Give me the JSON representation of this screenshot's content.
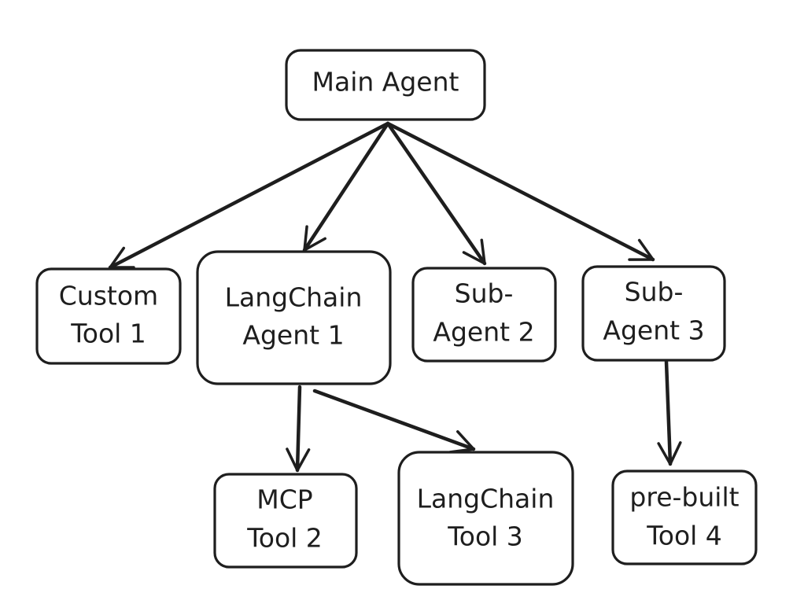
{
  "diagram": {
    "colors": {
      "stroke": "#1e1e1e",
      "background": "#ffffff"
    },
    "nodes": {
      "main_agent": {
        "lines": [
          "Main Agent"
        ]
      },
      "custom_tool_1": {
        "lines": [
          "Custom",
          "Tool 1"
        ]
      },
      "langchain_agent_1": {
        "lines": [
          "LangChain",
          "Agent 1"
        ]
      },
      "sub_agent_2": {
        "lines": [
          "Sub-",
          "Agent 2"
        ]
      },
      "sub_agent_3": {
        "lines": [
          "Sub-",
          "Agent 3"
        ]
      },
      "mcp_tool_2": {
        "lines": [
          "MCP",
          "Tool 2"
        ]
      },
      "langchain_tool_3": {
        "lines": [
          "LangChain",
          "Tool 3"
        ]
      },
      "prebuilt_tool_4": {
        "lines": [
          "pre-built",
          "Tool 4"
        ]
      }
    },
    "edges": [
      {
        "from": "main_agent",
        "to": "custom_tool_1"
      },
      {
        "from": "main_agent",
        "to": "langchain_agent_1"
      },
      {
        "from": "main_agent",
        "to": "sub_agent_2"
      },
      {
        "from": "main_agent",
        "to": "sub_agent_3"
      },
      {
        "from": "langchain_agent_1",
        "to": "mcp_tool_2"
      },
      {
        "from": "langchain_agent_1",
        "to": "langchain_tool_3"
      },
      {
        "from": "sub_agent_3",
        "to": "prebuilt_tool_4"
      }
    ]
  }
}
